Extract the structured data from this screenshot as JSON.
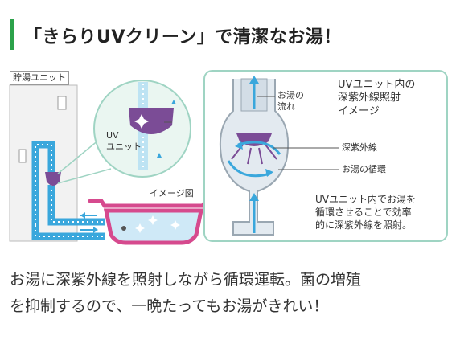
{
  "title": "「きらりUVクリーン」で清潔なお湯！",
  "labels": {
    "tank_unit": "貯湯ユニット",
    "uv_unit_small": "UV\nユニット",
    "image_note": "イメージ図",
    "uv_unit_inner_title": "UVユニット内の\n深紫外線照射\nイメージ",
    "hot_water_flow": "お湯の\n流れ",
    "deep_uv": "深紫外線",
    "hot_water_circulation": "お湯の循環",
    "description": "UVユニット内でお湯を\n循環させることで効率\n的に深紫外線を照射。"
  },
  "body": {
    "line1": "お湯に深紫外線を照射しながら循環運転。菌の増殖",
    "line2": "を抑制するので、一晩たってもお湯がきれい！"
  },
  "colors": {
    "accent_green": "#2ca24a",
    "pipe_blue": "#3aa7dc",
    "uv_purple": "#7b4c96",
    "tub_pink": "#d64a8e",
    "panel_border": "#9fd4c3"
  }
}
